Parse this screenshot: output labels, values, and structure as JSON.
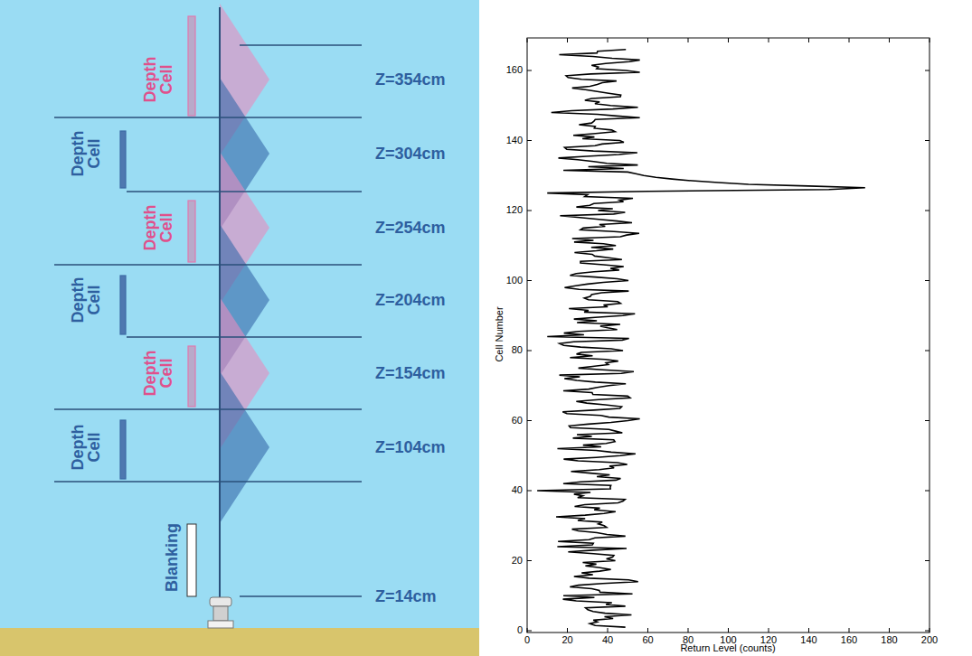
{
  "diagram": {
    "labels": [
      "Depth Cell",
      "Depth Cell",
      "Depth Cell",
      "Depth Cell",
      "Depth Cell",
      "Depth Cell",
      "Blanking",
      "Z=354cm",
      "Z=304cm",
      "Z=254cm",
      "Z=204cm",
      "Z=154cm",
      "Z=104cm",
      "Z=14cm",
      "0",
      "20",
      "40",
      "60",
      "80",
      "100",
      "120",
      "140",
      "160",
      "Cell Number",
      "0",
      "20",
      "40",
      "60",
      "80",
      "100",
      "120",
      "140",
      "160",
      "180",
      "200",
      "Return Level (counts)"
    ]
  }
}
